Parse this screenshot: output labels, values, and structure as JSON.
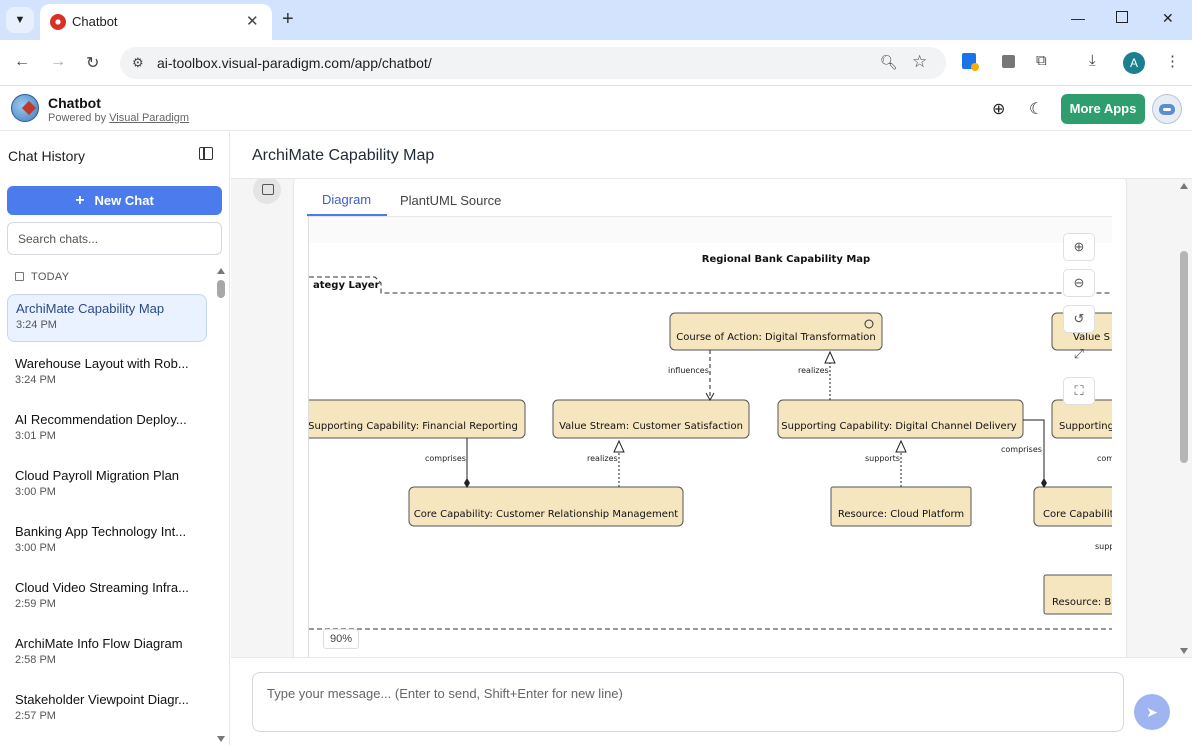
{
  "browser": {
    "tab_title": "Chatbot",
    "url": "ai-toolbox.visual-paradigm.com/app/chatbot/",
    "profile_initial": "A"
  },
  "app": {
    "title": "Chatbot",
    "powered_prefix": "Powered by ",
    "powered_link": "Visual Paradigm",
    "more_apps": "More Apps"
  },
  "sidebar": {
    "title": "Chat History",
    "new_chat": "New Chat",
    "search_placeholder": "Search chats...",
    "group_label": "TODAY",
    "items": [
      {
        "title": "ArchiMate Capability Map",
        "time": "3:24 PM",
        "active": true
      },
      {
        "title": "Warehouse Layout with Rob...",
        "time": "3:24 PM"
      },
      {
        "title": "AI Recommendation Deploy...",
        "time": "3:01 PM"
      },
      {
        "title": "Cloud Payroll Migration Plan",
        "time": "3:00 PM"
      },
      {
        "title": "Banking App Technology Int...",
        "time": "3:00 PM"
      },
      {
        "title": "Cloud Video Streaming Infra...",
        "time": "2:59 PM"
      },
      {
        "title": "ArchiMate Info Flow Diagram",
        "time": "2:58 PM"
      },
      {
        "title": "Stakeholder Viewpoint Diagr...",
        "time": "2:57 PM"
      }
    ]
  },
  "main": {
    "title": "ArchiMate Capability Map",
    "tabs": [
      {
        "label": "Diagram"
      },
      {
        "label": "PlantUML Source"
      }
    ],
    "zoom_level": "90%",
    "composer_placeholder": "Type your message... (Enter to send, Shift+Enter for new line)"
  },
  "diagram": {
    "title": "Regional Bank Capability Map",
    "layer_label": "ategy Layer",
    "nodes": {
      "course_of_action": "Course of Action: Digital Transformation",
      "value_partial": "Value S",
      "fin_reporting": "Supporting Capability: Financial Reporting",
      "value_stream": "Value Stream: Customer Satisfaction",
      "digital_channel": "Supporting Capability: Digital Channel Delivery",
      "supporting_partial": "Supporting",
      "crm": "Core Capability: Customer Relationship Management",
      "cloud_platform": "Resource: Cloud Platform",
      "core_partial": "Core Capabilit",
      "resource_partial": "Resource: B"
    },
    "edges": {
      "influences": "influences",
      "realizes_1": "realizes",
      "comprises_1": "comprises",
      "realizes_2": "realizes",
      "supports_1": "supports",
      "comprises_2": "comprises",
      "com_partial": "com",
      "supp_partial": "supp"
    },
    "colors": {
      "node_fill": "#f6e6bf",
      "node_stroke": "#555555"
    }
  }
}
